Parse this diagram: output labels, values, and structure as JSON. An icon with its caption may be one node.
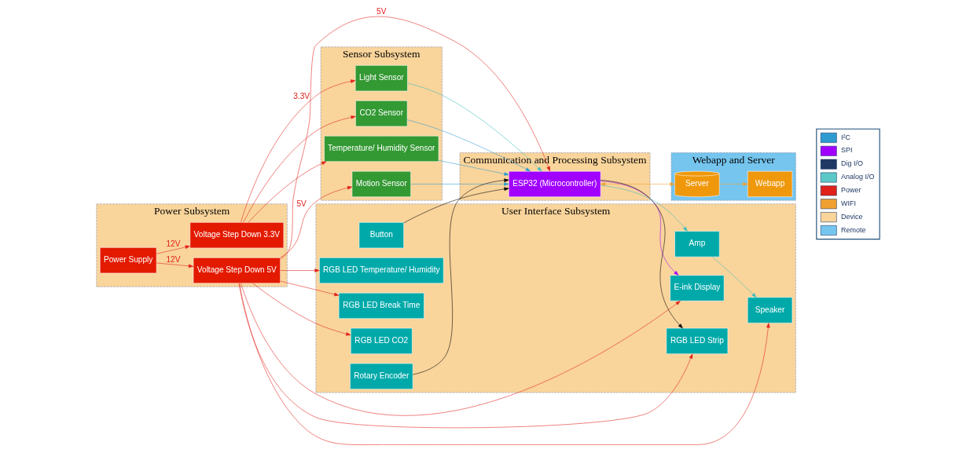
{
  "diagram": {
    "nodes": [
      {
        "text": [
          "Power Subsystem"
        ]
      },
      {
        "text": [
          "Power Supply"
        ],
        "in": 0
      },
      {
        "text": [
          "Voltage Step Down 3.3V"
        ],
        "in": 0
      },
      {
        "text": [
          "Voltage Step Down 5V"
        ],
        "in": 0
      },
      {
        "text": [
          "Communication and Processing Subsystem"
        ]
      },
      {
        "text": [
          "ESP32 (Microcontroller)"
        ],
        "in": 4
      },
      {
        "text": [
          "Webapp and Server"
        ]
      },
      {
        "text": [
          "Server"
        ],
        "in": 6
      },
      {
        "text": [
          "Webapp"
        ],
        "in": 6
      },
      {
        "text": [
          "Sensor Subsystem"
        ]
      },
      {
        "text": [
          "Light Sensor"
        ],
        "in": 9
      },
      {
        "text": [
          "Motion Sensor"
        ],
        "in": 9
      },
      {
        "text": [
          "CO2 Sensor"
        ],
        "in": 9
      },
      {
        "text": [
          "Temperature/ Humidity Sensor"
        ],
        "in": 9
      },
      {
        "text": [
          "User Interface Subsystem"
        ]
      },
      {
        "text": [
          "E-ink Display"
        ],
        "in": 14
      },
      {
        "text": [
          "RGB LED Strip"
        ],
        "in": 14
      },
      {
        "text": [
          "Button"
        ],
        "in": 14
      },
      {
        "text": [
          "RGB LED Temperature/ Humidity"
        ],
        "in": 14
      },
      {
        "text": [
          "RGB LED Break Time"
        ],
        "in": 14
      },
      {
        "text": [
          "Amp"
        ],
        "in": 14
      },
      {
        "text": [
          "RGB LED CO2"
        ],
        "in": 14
      },
      {
        "text": [
          "Rotary Encoder"
        ],
        "in": 14
      },
      {
        "text": [
          "Speaker"
        ],
        "in": 14
      }
    ],
    "edges": [
      {
        "from": 1,
        "to": 3,
        "arrow": "to",
        "label": "12V"
      },
      {
        "from": 1,
        "to": 2,
        "arrow": "to",
        "label": "12V"
      },
      {
        "from": 3,
        "to": 5,
        "arrow": "to",
        "label": "5V"
      },
      {
        "from": 5,
        "to": 7,
        "arrow": "both",
        "color": "#f0a030"
      },
      {
        "from": 7,
        "to": 8,
        "arrow": "to",
        "color": "#f0a030"
      },
      {
        "from": 2,
        "to": 10,
        "arrow": "to",
        "label": "3.3V"
      },
      {
        "from": 2,
        "to": 12,
        "arrow": "to"
      },
      {
        "from": 2,
        "to": 13,
        "arrow": "to"
      },
      {
        "from": 3,
        "to": 11,
        "arrow": "to",
        "label": "5V"
      },
      {
        "from": 3,
        "to": 15,
        "arrow": "to"
      },
      {
        "from": 3,
        "to": 16,
        "arrow": "to"
      },
      {
        "from": 3,
        "to": 18,
        "arrow": "to"
      },
      {
        "from": 3,
        "to": 19,
        "arrow": "to"
      },
      {
        "from": 3,
        "to": 21,
        "arrow": "to"
      },
      {
        "from": 3,
        "to": 23,
        "arrow": "to"
      },
      {
        "from": 11,
        "to": 5,
        "arrow": "to",
        "color": "#2e9bd0"
      },
      {
        "from": 12,
        "to": 5,
        "arrow": "to",
        "color": "#2e9bd0"
      },
      {
        "from": 13,
        "to": 5,
        "arrow": "to",
        "color": "#2e9bd0"
      },
      {
        "from": 10,
        "to": 5,
        "arrow": "to",
        "color": "#3bbcbc"
      },
      {
        "from": 5,
        "to": 15,
        "arrow": "to",
        "color": "#a000ff"
      },
      {
        "from": 5,
        "to": 16,
        "arrow": "to",
        "color": "#000000"
      },
      {
        "from": 17,
        "to": 5,
        "arrow": "to",
        "color": "#000000"
      },
      {
        "from": 22,
        "to": 5,
        "arrow": "to",
        "color": "#000000"
      },
      {
        "from": 5,
        "to": 20,
        "arrow": "to",
        "color": "#3bbcbc"
      },
      {
        "from": 20,
        "to": 23,
        "arrow": "to",
        "color": "#3bbcbc"
      }
    ],
    "legend": [
      {
        "text": "I²C",
        "color": "#2e9bd0"
      },
      {
        "text": "SPI",
        "color": "#a000ff"
      },
      {
        "text": "Dig I/O",
        "color": "#1f3864"
      },
      {
        "text": "Analog I/O",
        "color": "#5cc8c8"
      },
      {
        "text": "Power",
        "color": "#e0201a"
      },
      {
        "text": "WIFI",
        "color": "#f0a030"
      },
      {
        "text": "Device",
        "color": "#f9d49b"
      },
      {
        "text": "Remote",
        "color": "#75c5ee"
      }
    ]
  }
}
